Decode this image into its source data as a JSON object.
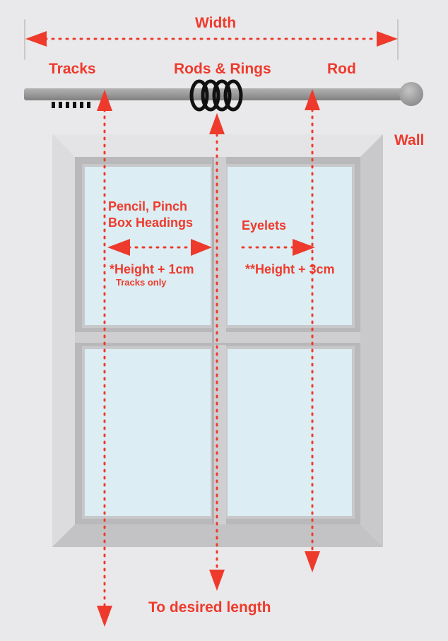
{
  "colors": {
    "accent": "#ee3a2c",
    "background": "#e9e9eb",
    "frame": "#d3d3d5",
    "glass": "#dcedf3",
    "rod": "#9c9c9c",
    "rings": "#111111"
  },
  "labels": {
    "width": "Width",
    "tracks": "Tracks",
    "rods_rings": "Rods & Rings",
    "rod": "Rod",
    "wall": "Wall",
    "pencil_line1": "Pencil, Pinch",
    "pencil_line2": "Box Headings",
    "eyelets": "Eyelets",
    "height_1cm": "*Height + 1cm",
    "tracks_only": "Tracks only",
    "height_3cm": "**Height + 3cm",
    "desired_length": "To desired length"
  }
}
